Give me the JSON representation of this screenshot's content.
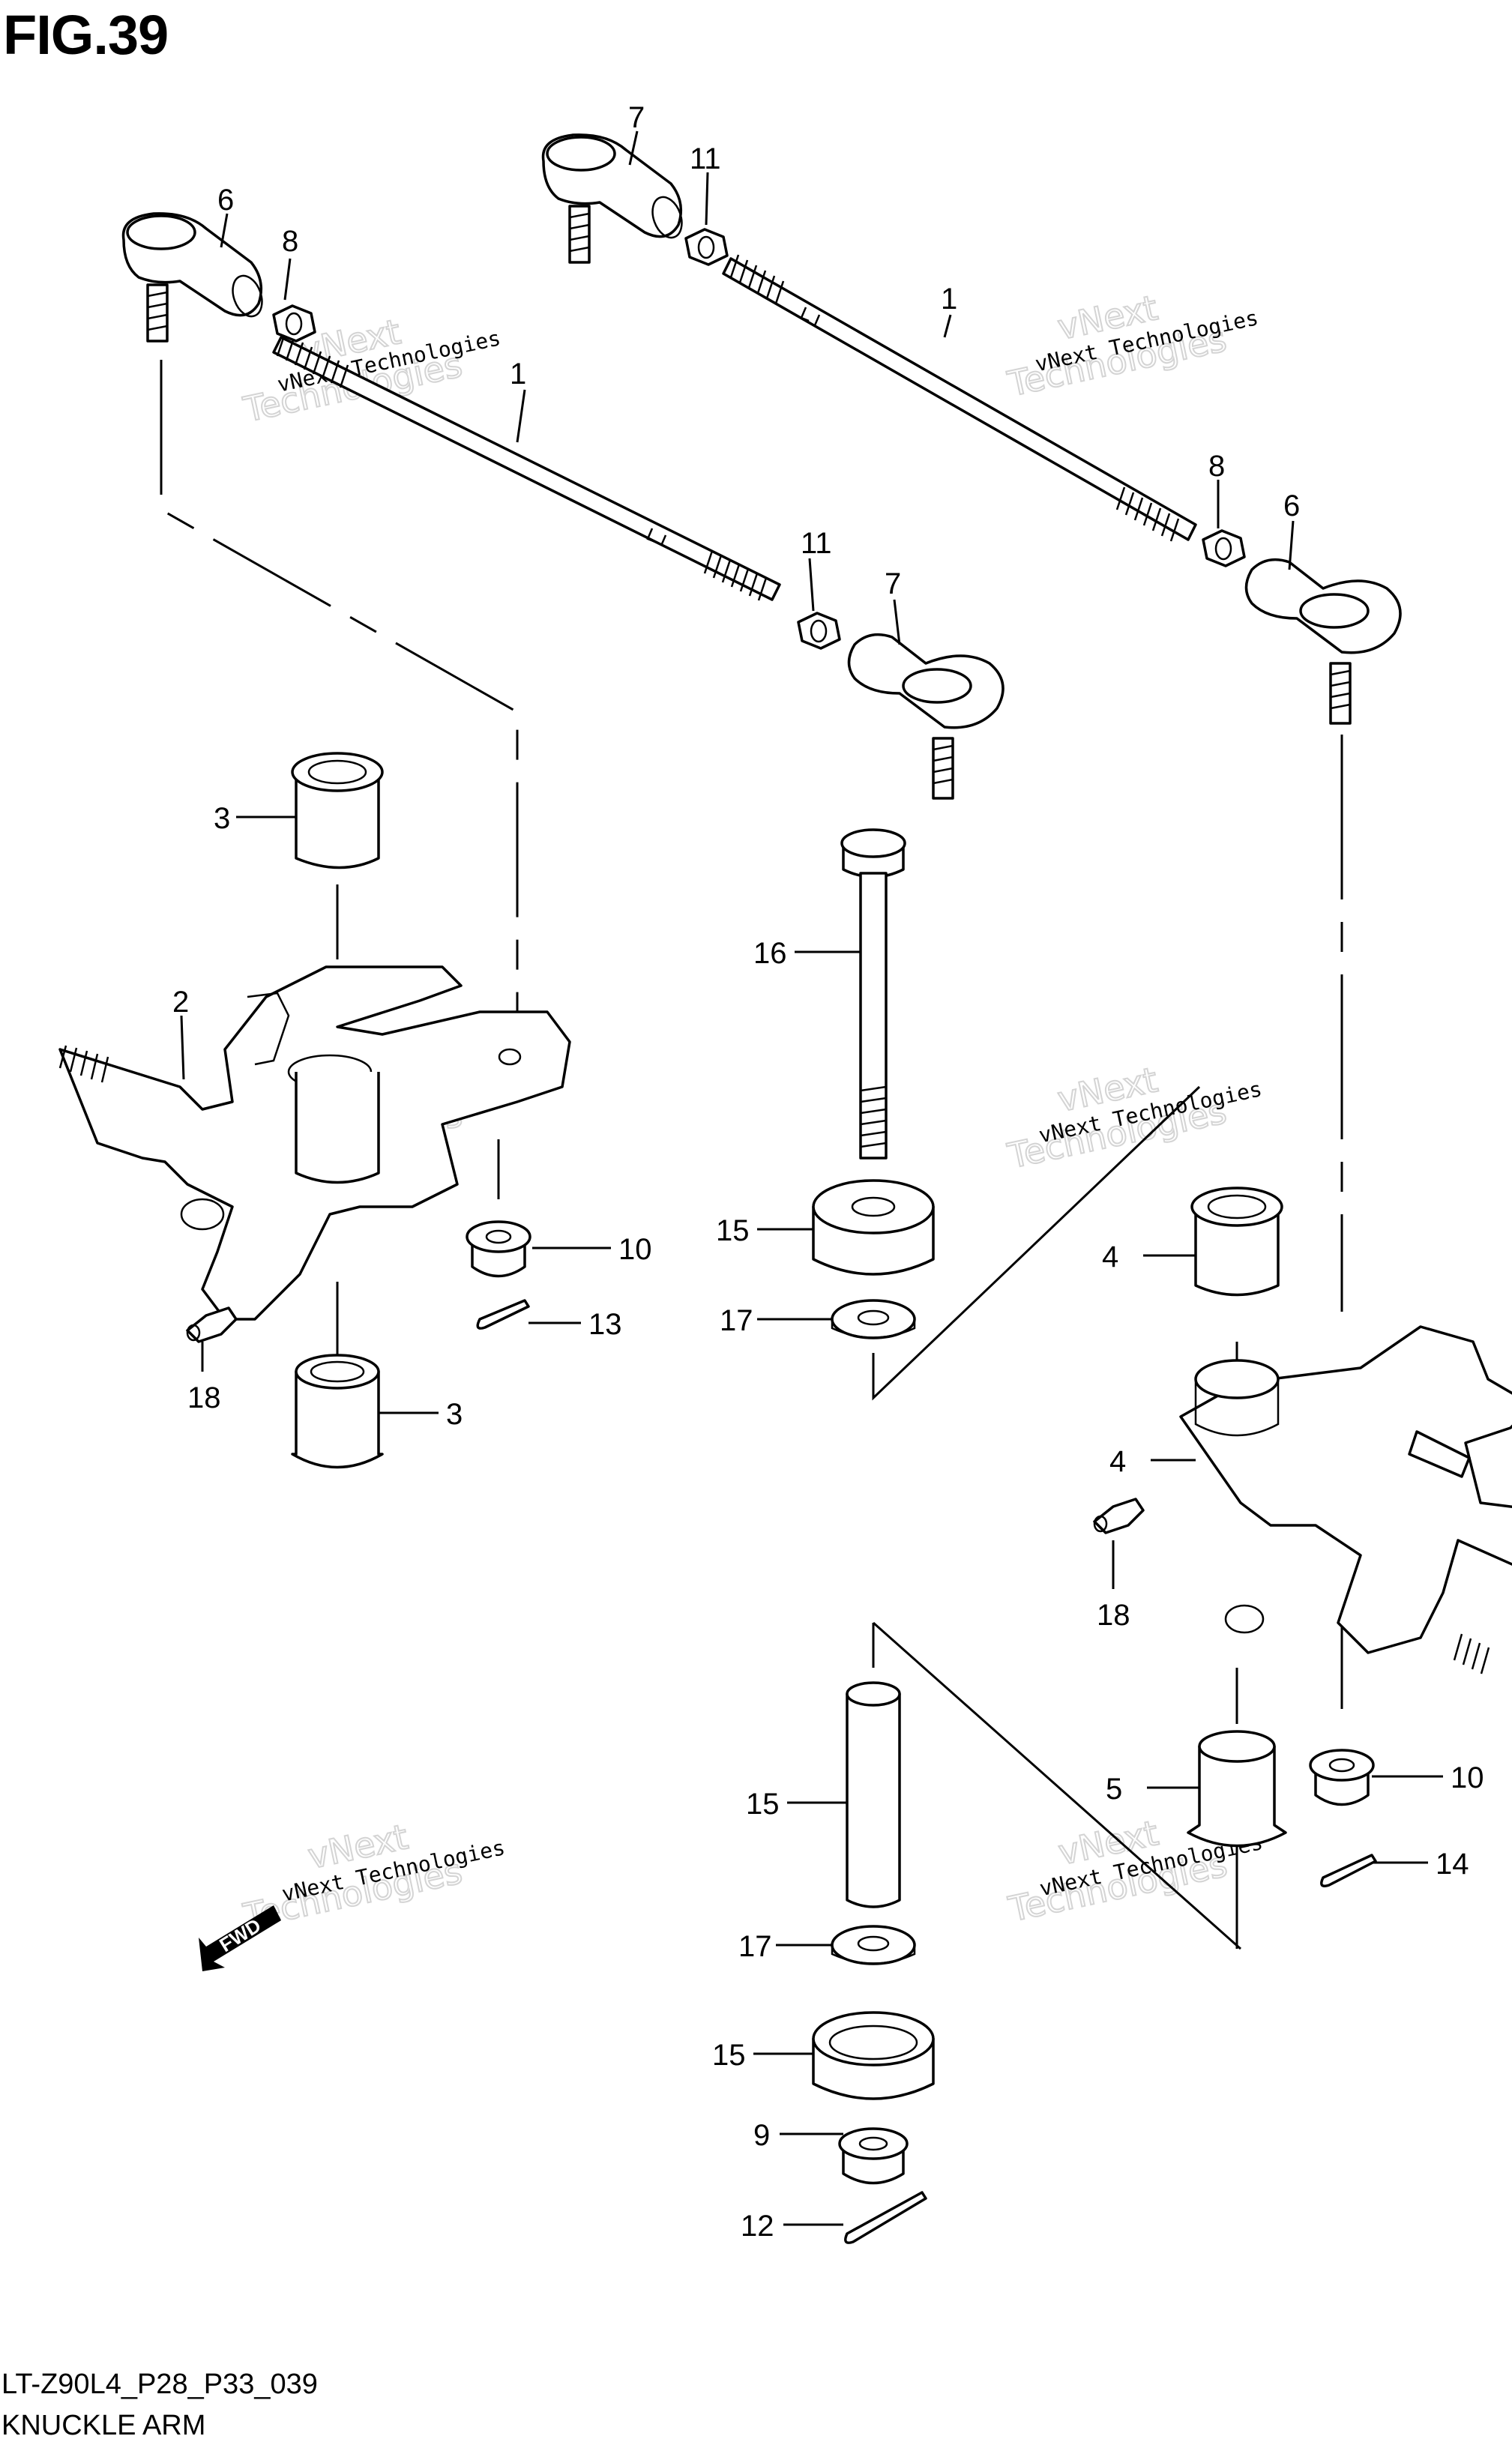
{
  "figure": {
    "title": "FIG.39",
    "diagram_code": "LT-Z90L4_P28_P33_039",
    "section_name": "KNUCKLE ARM"
  },
  "watermark": {
    "small_text": "vNext Technologies",
    "large_text_line1": "vNext",
    "large_text_line2": "Technologies"
  },
  "fwd_label": "FWD",
  "callouts": [
    {
      "id": "c1a",
      "label": "1"
    },
    {
      "id": "c1b",
      "label": "1"
    },
    {
      "id": "c2",
      "label": "2"
    },
    {
      "id": "c3a",
      "label": "3"
    },
    {
      "id": "c3b",
      "label": "3"
    },
    {
      "id": "c4",
      "label": "4"
    },
    {
      "id": "c5a",
      "label": "5"
    },
    {
      "id": "c5b",
      "label": "5"
    },
    {
      "id": "c6a",
      "label": "6"
    },
    {
      "id": "c6b",
      "label": "6"
    },
    {
      "id": "c7a",
      "label": "7"
    },
    {
      "id": "c7b",
      "label": "7"
    },
    {
      "id": "c8a",
      "label": "8"
    },
    {
      "id": "c8b",
      "label": "8"
    },
    {
      "id": "c9",
      "label": "9"
    },
    {
      "id": "c10a",
      "label": "10"
    },
    {
      "id": "c10b",
      "label": "10"
    },
    {
      "id": "c11a",
      "label": "11"
    },
    {
      "id": "c11b",
      "label": "11"
    },
    {
      "id": "c12",
      "label": "12"
    },
    {
      "id": "c13a",
      "label": "13"
    },
    {
      "id": "c13b",
      "label": "13"
    },
    {
      "id": "c14",
      "label": "14"
    },
    {
      "id": "c15a",
      "label": "15"
    },
    {
      "id": "c15b",
      "label": "15"
    },
    {
      "id": "c16",
      "label": "16"
    },
    {
      "id": "c17a",
      "label": "17"
    },
    {
      "id": "c17b",
      "label": "17"
    },
    {
      "id": "c18a",
      "label": "18"
    },
    {
      "id": "c18b",
      "label": "18"
    }
  ]
}
